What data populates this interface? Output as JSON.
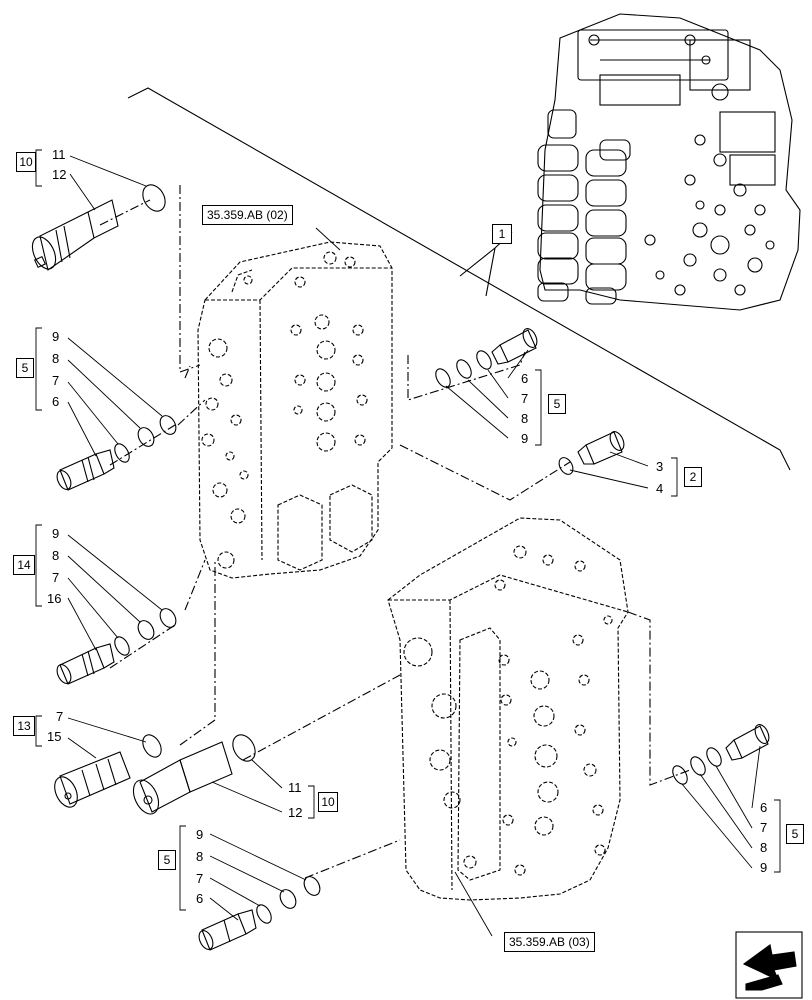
{
  "references": {
    "ref_02": "35.359.AB (02)",
    "ref_03": "35.359.AB (03)"
  },
  "kits": [
    {
      "id": "kit-10-top",
      "label": "10",
      "parts": [
        "11",
        "12"
      ]
    },
    {
      "id": "kit-5-a",
      "label": "5",
      "parts": [
        "9",
        "8",
        "7",
        "6"
      ]
    },
    {
      "id": "kit-14",
      "label": "14",
      "parts": [
        "9",
        "8",
        "7",
        "16"
      ]
    },
    {
      "id": "kit-13",
      "label": "13",
      "parts": [
        "7",
        "15"
      ]
    },
    {
      "id": "kit-10-mid",
      "label": "10",
      "parts": [
        "11",
        "12"
      ]
    },
    {
      "id": "kit-5-b",
      "label": "5",
      "parts": [
        "9",
        "8",
        "7",
        "6"
      ]
    },
    {
      "id": "kit-5-c",
      "label": "5",
      "parts": [
        "6",
        "7",
        "8",
        "9"
      ]
    },
    {
      "id": "kit-2",
      "label": "2",
      "parts": [
        "3",
        "4"
      ]
    },
    {
      "id": "kit-5-d",
      "label": "5",
      "parts": [
        "6",
        "7",
        "8",
        "9"
      ]
    }
  ],
  "assembly": {
    "label": "1"
  },
  "icons": {
    "nav": "arrow-icon"
  }
}
